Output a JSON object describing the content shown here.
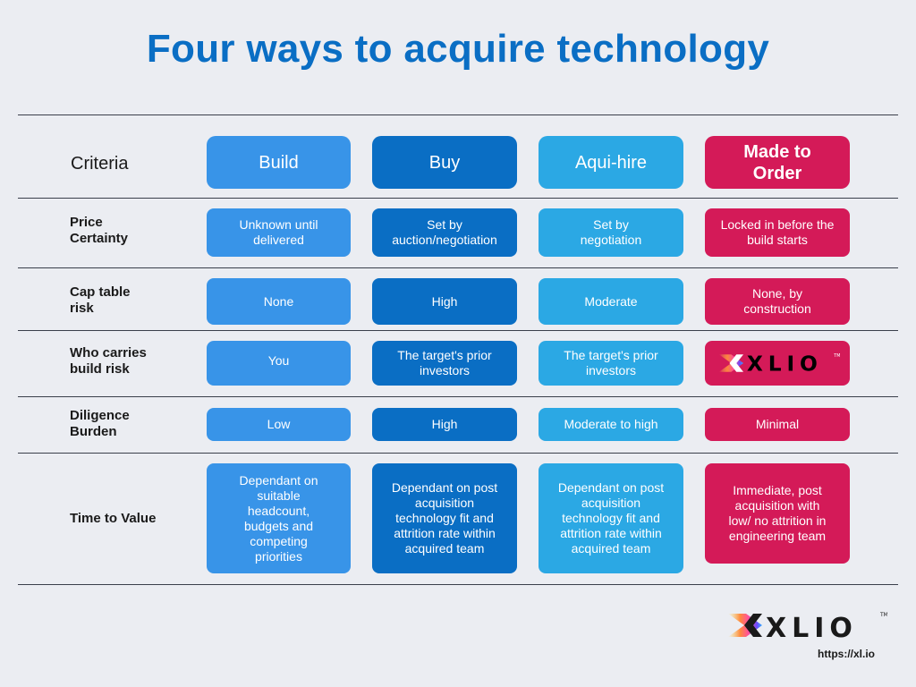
{
  "title": "Four ways to acquire technology",
  "colors": {
    "build": "#3894e8",
    "buy": "#0a6ec4",
    "aqui_hire": "#2ba8e4",
    "made_to_order": "#d41a58",
    "title": "#0a6ec4",
    "background": "#ebedf2"
  },
  "header": {
    "criteria": "Criteria",
    "columns": [
      "Build",
      "Buy",
      "Aqui-hire",
      "Made to Order"
    ]
  },
  "rows": [
    {
      "label": "Price Certainty",
      "cells": [
        "Unknown until delivered",
        "Set by auction/negotiation",
        "Set by negotiation",
        "Locked in before the build starts"
      ]
    },
    {
      "label": "Cap table risk",
      "cells": [
        "None",
        "High",
        "Moderate",
        "None, by construction"
      ]
    },
    {
      "label": "Who carries build risk",
      "cells": [
        "You",
        "The target's prior investors",
        "The target's prior investors",
        "XLIO"
      ]
    },
    {
      "label": "Diligence Burden",
      "cells": [
        "Low",
        "High",
        "Moderate to high",
        "Minimal"
      ]
    },
    {
      "label": "Time to Value",
      "cells": [
        "Dependant on suitable headcount, budgets and competing priorities",
        "Dependant on post acquisition technology fit and attrition rate within acquired team",
        "Dependant on post acquisition technology fit and attrition rate within acquired team",
        "Immediate, post acquisition with low/ no attrition in engineering team"
      ]
    }
  ],
  "footer": {
    "logo_text": "XLIO",
    "trademark": "TM",
    "url": "https://xl.io",
    "logo_icon": "xlio-gradient-chevron-icon"
  }
}
